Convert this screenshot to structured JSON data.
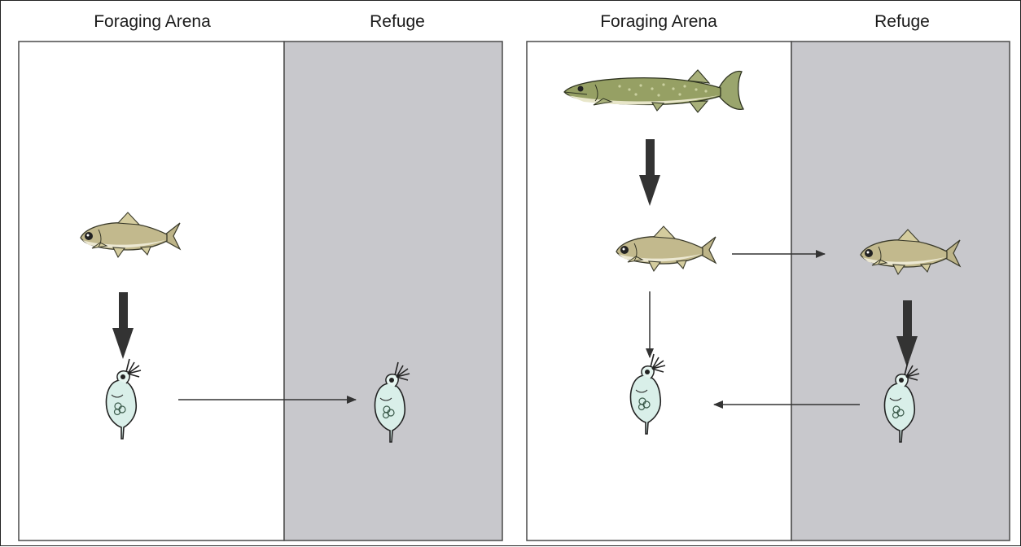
{
  "colors": {
    "refuge": "#c8c8cc",
    "arena": "#ffffff",
    "border": "#4a4a4a",
    "arrow": "#333333",
    "fish_body": "#b9b283",
    "pike_body": "#8f9a63",
    "zooplankton": "#d9efe9"
  },
  "panels": [
    {
      "headers": {
        "arena": "Foraging Arena",
        "refuge": "Refuge"
      },
      "organisms": [
        "planktivorous-fish",
        "zooplankton",
        "zooplankton"
      ]
    },
    {
      "headers": {
        "arena": "Foraging Arena",
        "refuge": "Refuge"
      },
      "organisms": [
        "pike",
        "planktivorous-fish",
        "planktivorous-fish",
        "zooplankton",
        "zooplankton"
      ]
    }
  ]
}
